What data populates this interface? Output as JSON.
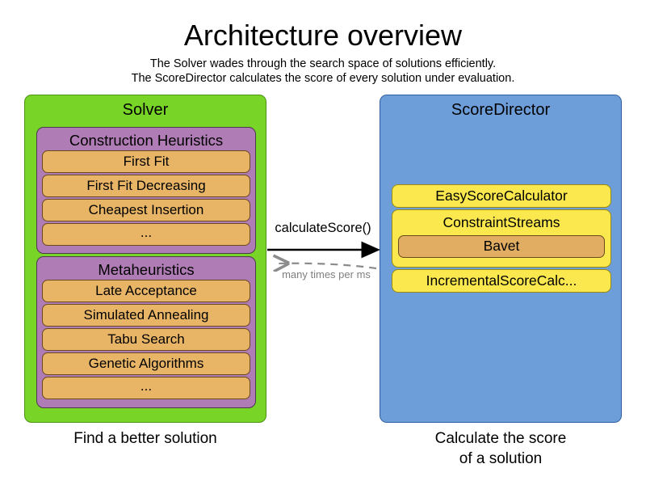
{
  "header": {
    "title": "Architecture overview",
    "subtitle_line_1": "The Solver wades through the search space of solutions efficiently.",
    "subtitle_line_2": "The ScoreDirector calculates the score of every solution under evaluation."
  },
  "solver": {
    "title": "Solver",
    "caption": "Find a better solution",
    "color": "#78d427",
    "groups": [
      {
        "title": "Construction Heuristics",
        "color": "#b07cb5",
        "items": [
          "First Fit",
          "First Fit Decreasing",
          "Cheapest Insertion",
          "..."
        ]
      },
      {
        "title": "Metaheuristics",
        "color": "#b07cb5",
        "items": [
          "Late Acceptance",
          "Simulated Annealing",
          "Tabu Search",
          "Genetic Algorithms",
          "..."
        ]
      }
    ]
  },
  "scoredirector": {
    "title": "ScoreDirector",
    "caption_line_1": "Calculate the score",
    "caption_line_2": "of a solution",
    "color": "#6d9ed9",
    "calculators": [
      {
        "label": "EasyScoreCalculator",
        "color": "#fae84e"
      },
      {
        "label": "ConstraintStreams",
        "color": "#fae84e",
        "child": "Bavet"
      },
      {
        "label": "IncrementalScoreCalc...",
        "color": "#fae84e"
      }
    ]
  },
  "connectors": {
    "forward_label": "calculateScore()",
    "forward_style": "solid",
    "forward_color": "#000000",
    "backward_label": "many times per ms",
    "backward_style": "dashed",
    "backward_color": "#808080"
  }
}
